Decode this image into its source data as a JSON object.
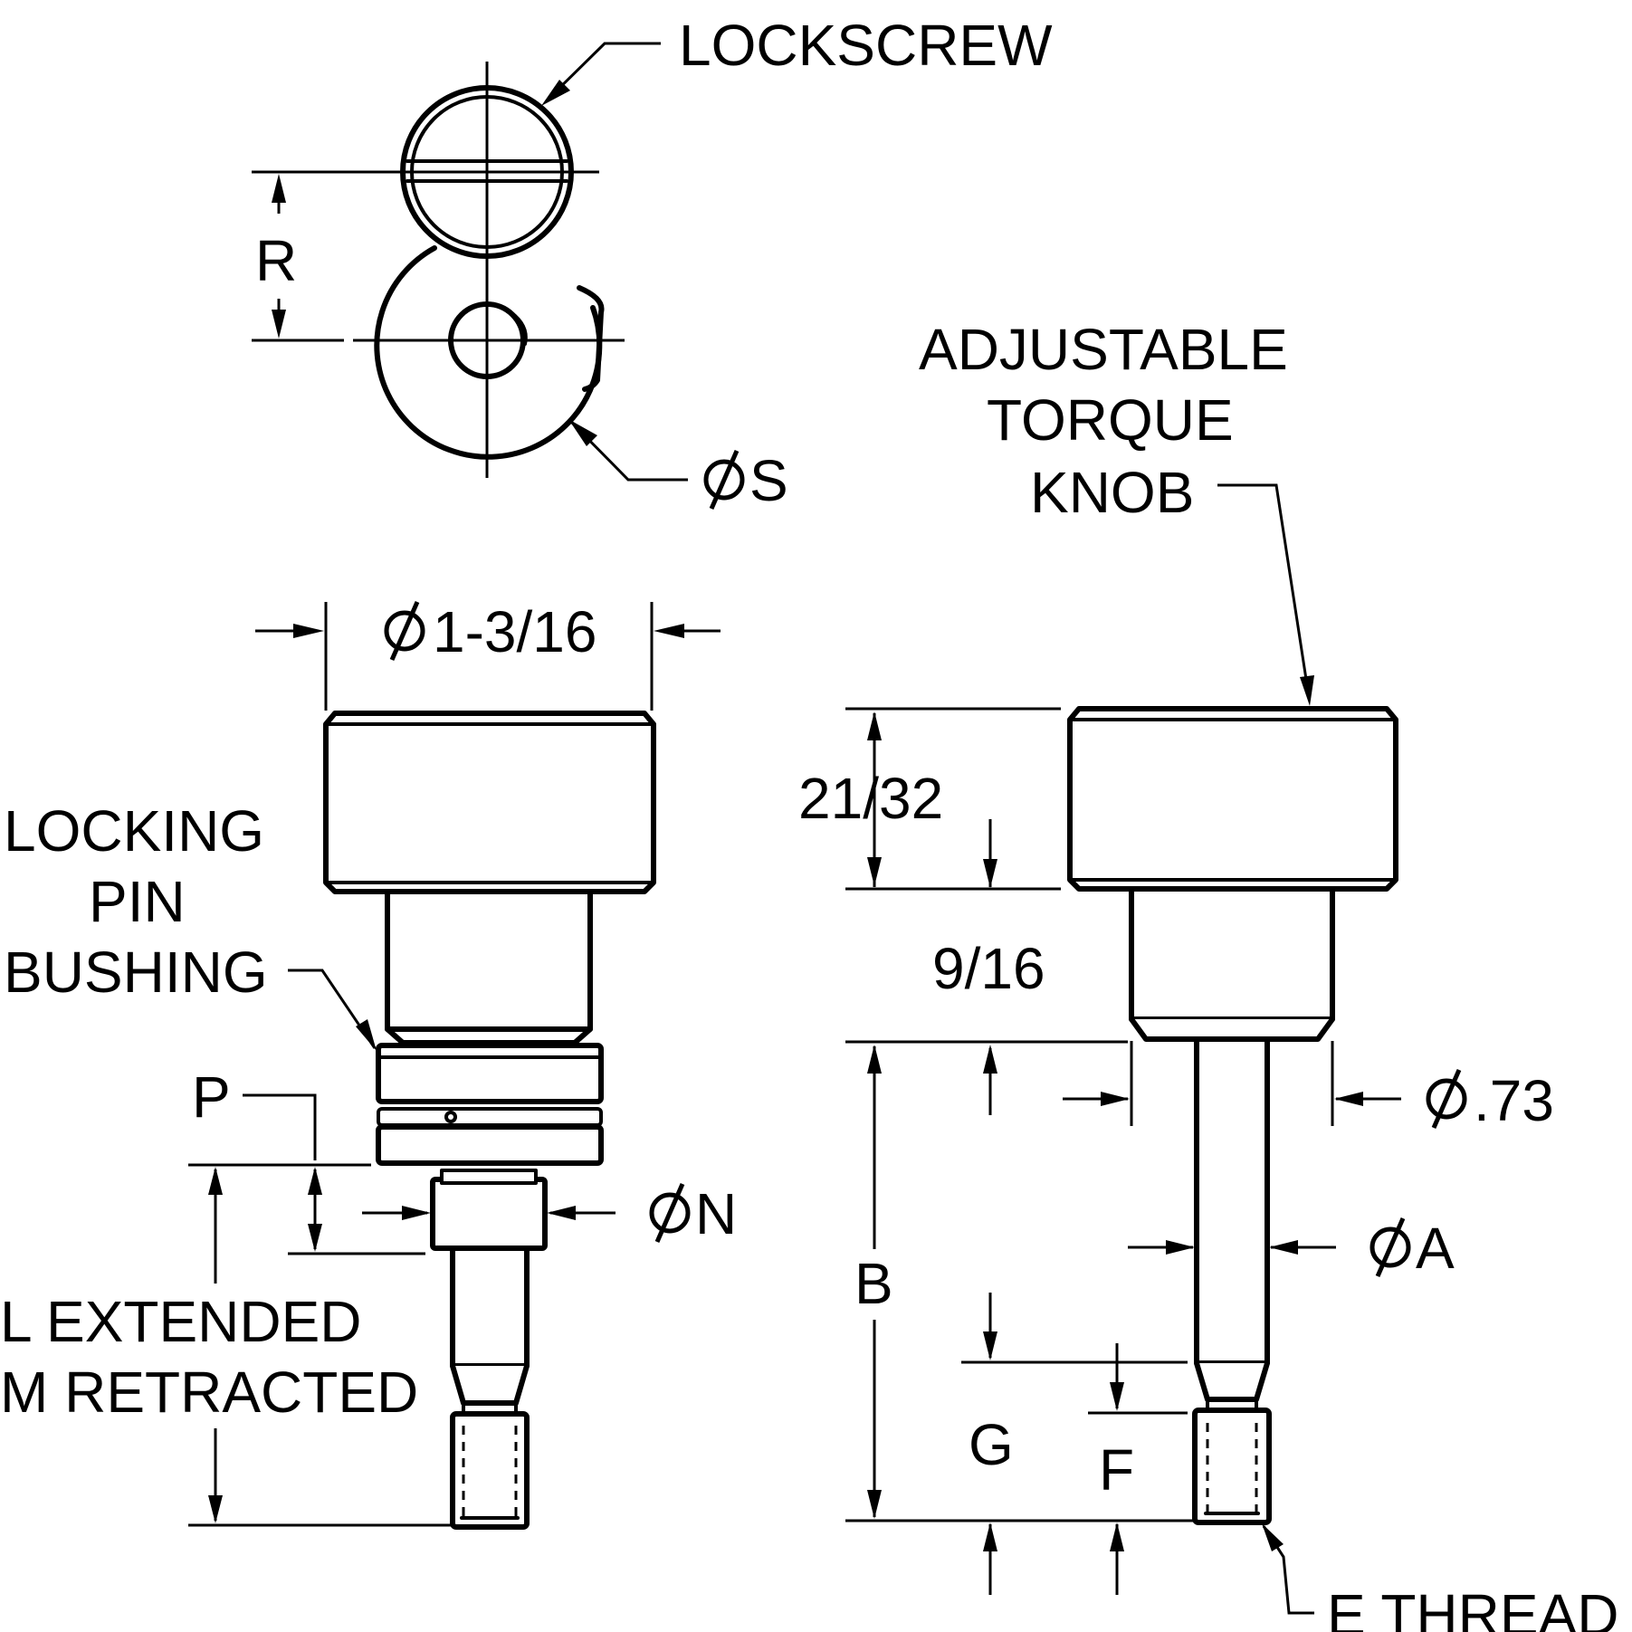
{
  "labels": {
    "lockscrew": "LOCKSCREW",
    "r": "R",
    "dia_s": "S",
    "dia_1_3_16": "1-3/16",
    "locking": "LOCKING",
    "pin": "PIN",
    "bushing": "BUSHING",
    "p": "P",
    "dia_n": "N",
    "l_extended": "L EXTENDED",
    "m_retracted": "M RETRACTED",
    "adjustable": "ADJUSTABLE",
    "torque": "TORQUE",
    "knob": "KNOB",
    "dim_21_32": "21/32",
    "dim_9_16": "9/16",
    "dia_73": ".73",
    "b": "B",
    "dia_a": "A",
    "g": "G",
    "f": "F",
    "e_thread": "E THREAD"
  },
  "icons": {
    "diameter_symbol": "diameter-symbol"
  }
}
